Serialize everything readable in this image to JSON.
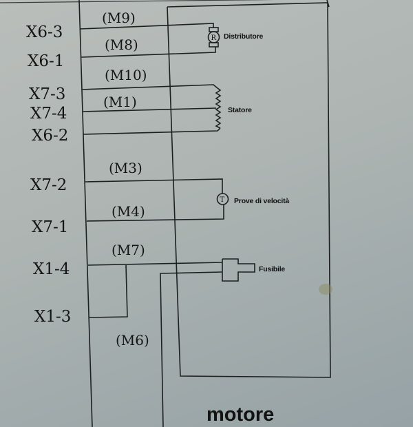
{
  "diagram": {
    "title": "motore",
    "terminals": [
      {
        "id": "X6-3",
        "label": "X6-3"
      },
      {
        "id": "X6-1",
        "label": "X6-1"
      },
      {
        "id": "X7-3",
        "label": "X7-3"
      },
      {
        "id": "X7-4",
        "label": "X7-4"
      },
      {
        "id": "X6-2",
        "label": "X6-2"
      },
      {
        "id": "X7-2",
        "label": "X7-2"
      },
      {
        "id": "X7-1",
        "label": "X7-1"
      },
      {
        "id": "X1-4",
        "label": "X1-4"
      },
      {
        "id": "X1-3",
        "label": "X1-3"
      }
    ],
    "wires": [
      {
        "id": "M9",
        "label": "(M9)"
      },
      {
        "id": "M8",
        "label": "(M8)"
      },
      {
        "id": "M10",
        "label": "(M10)"
      },
      {
        "id": "M1",
        "label": "(M1)"
      },
      {
        "id": "M3",
        "label": "(M3)"
      },
      {
        "id": "M4",
        "label": "(M4)"
      },
      {
        "id": "M7",
        "label": "(M7)"
      },
      {
        "id": "M6",
        "label": "(M6)"
      }
    ],
    "components": [
      {
        "id": "distributore",
        "label": "Distributore",
        "symbol": "R",
        "icon": "resolver-icon"
      },
      {
        "id": "statore",
        "label": "Statore",
        "icon": "coil-icon"
      },
      {
        "id": "prove-velocita",
        "label": "Prove di velocità",
        "symbol": "T",
        "icon": "tachometer-icon"
      },
      {
        "id": "fusibile",
        "label": "Fusibile",
        "icon": "fuse-icon"
      }
    ]
  }
}
